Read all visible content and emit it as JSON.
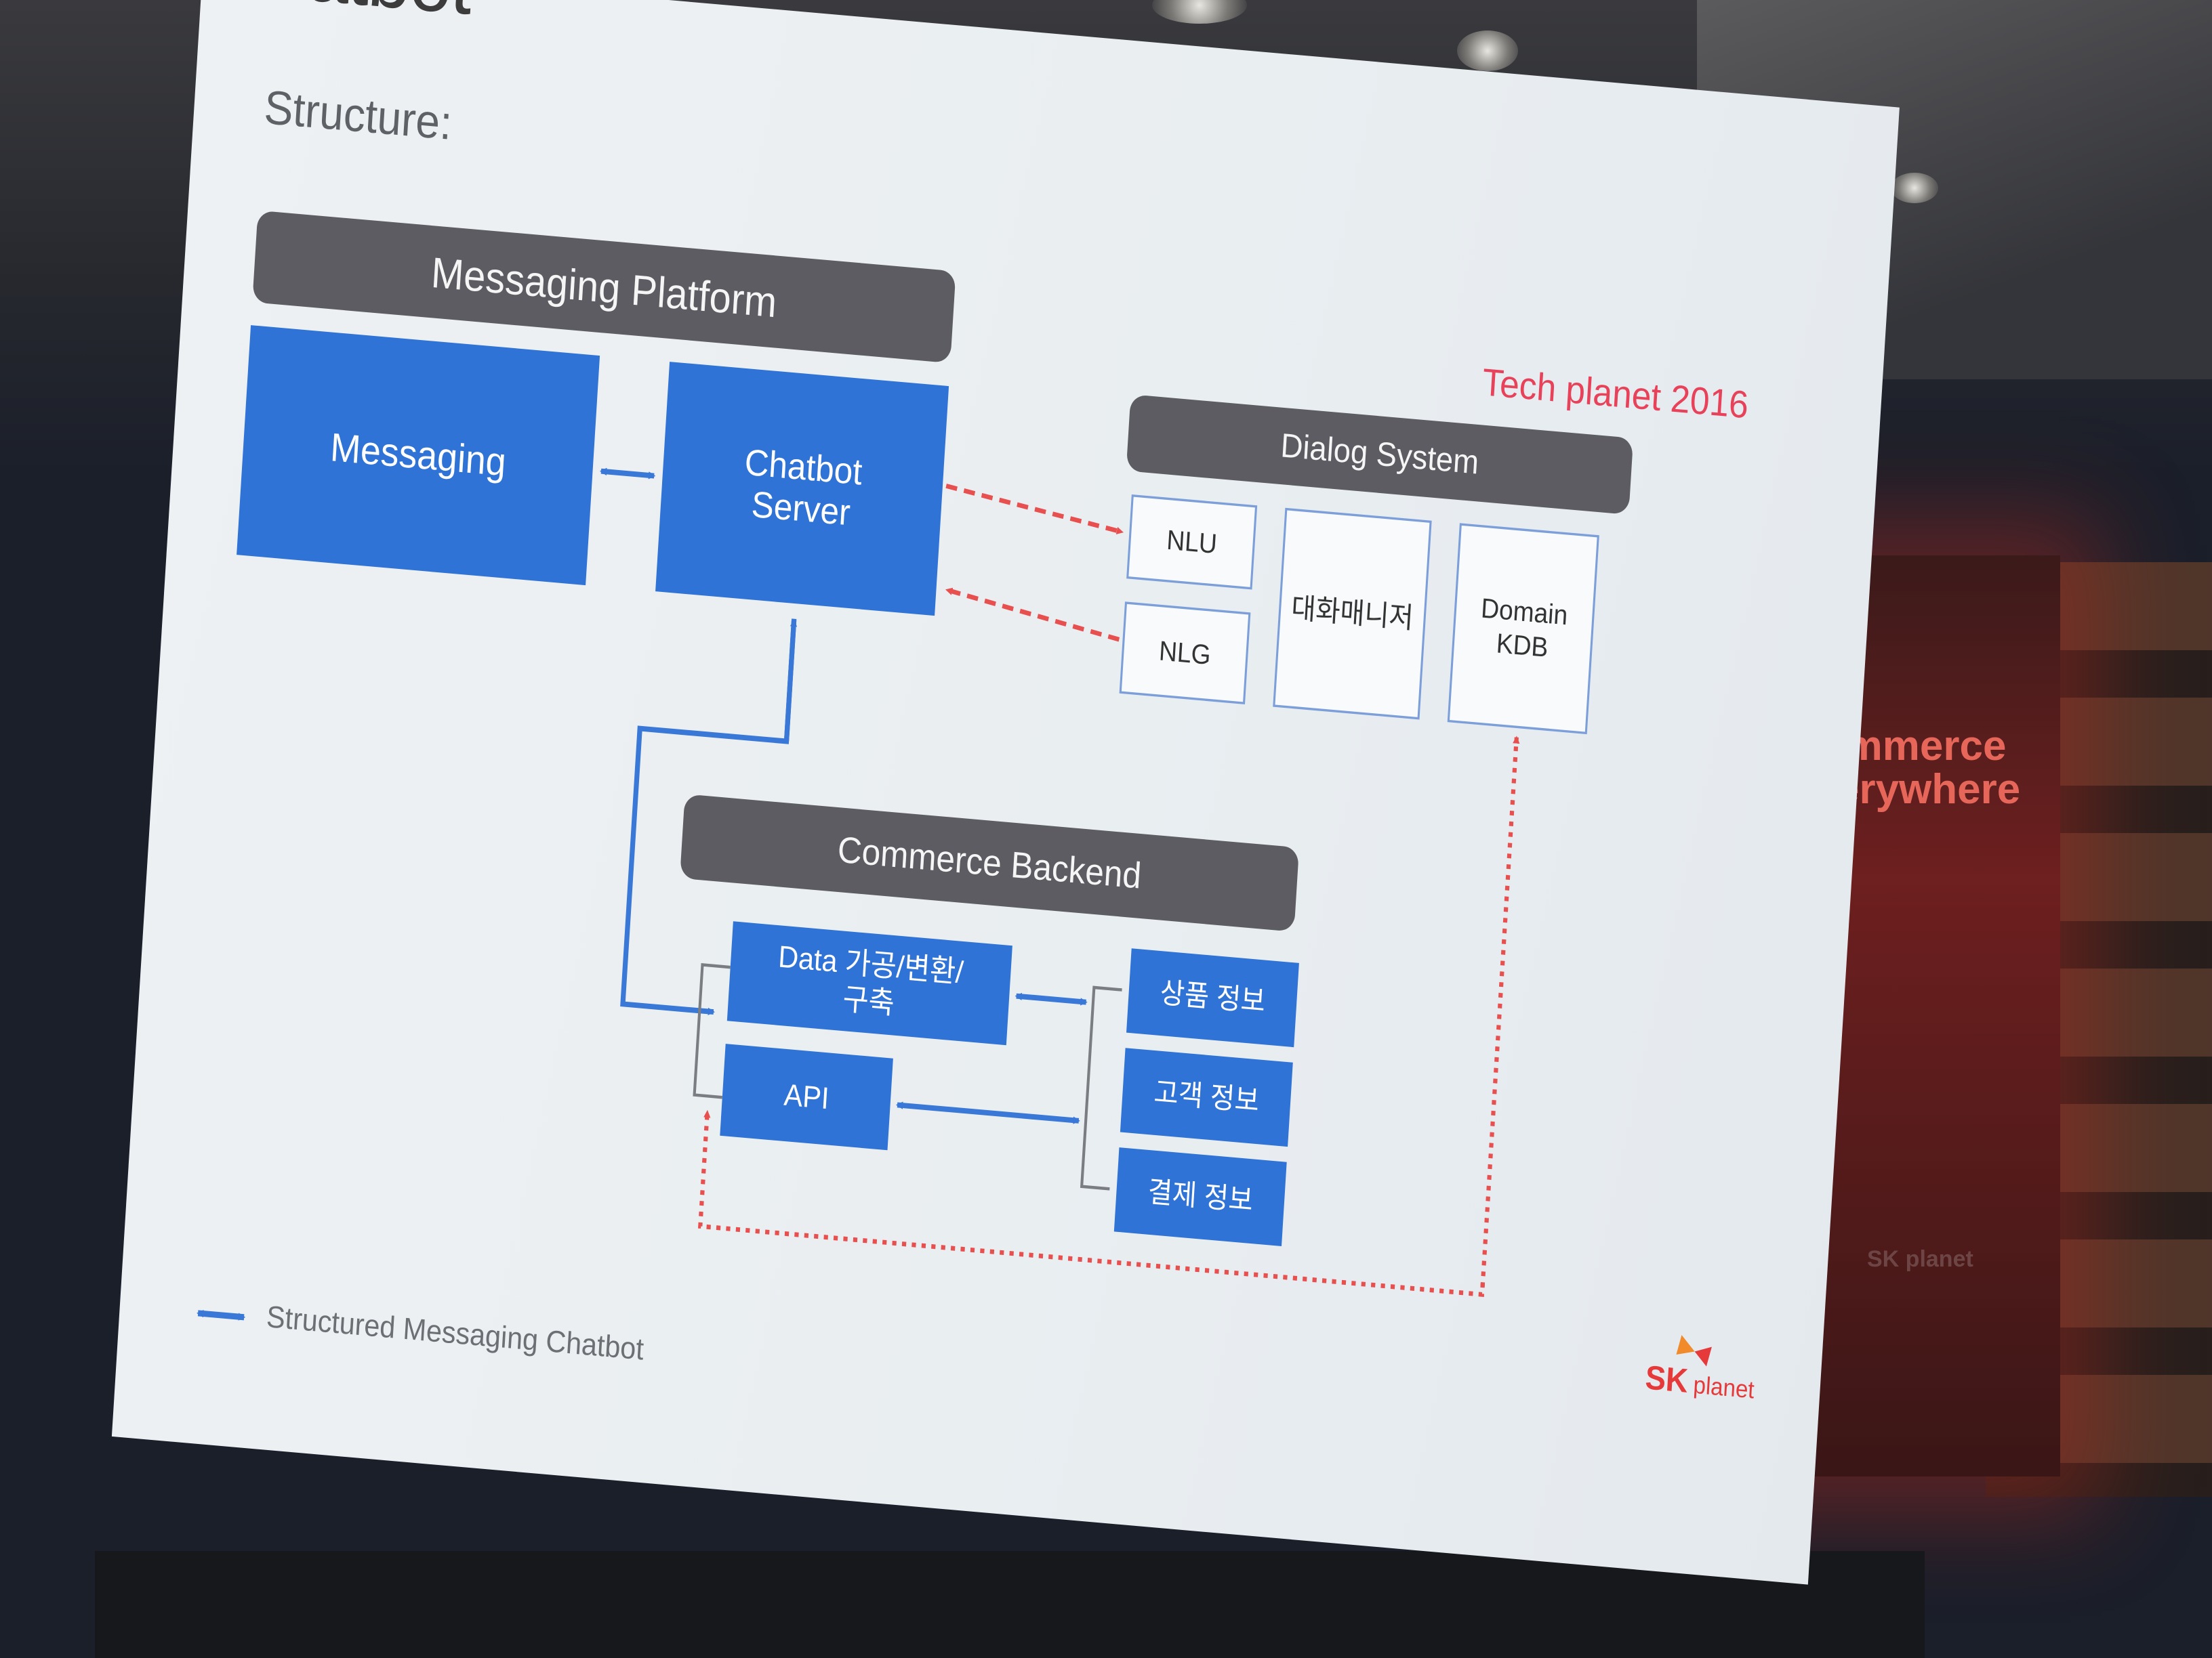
{
  "slide": {
    "partial_title": "hatbot",
    "subtitle": "Structure:",
    "event": "Tech planet 2016",
    "messaging_platform": "Messaging Platform",
    "messaging": "Messaging",
    "chatbot_server": "Chatbot\nServer",
    "dialog_system": "Dialog System",
    "nlu": "NLU",
    "nlg": "NLG",
    "dialog_manager": "대화매니저",
    "domain_kdb": "Domain\nKDB",
    "commerce_backend": "Commerce Backend",
    "data_processing": "Data 가공/변환/\n구축",
    "api": "API",
    "product_info": "상품 정보",
    "customer_info": "고객 정보",
    "payment_info": "결제 정보",
    "legend": "Structured Messaging Chatbot",
    "logo_sk": "SK",
    "logo_planet": "planet"
  },
  "room": {
    "banner_text": "Commerce\neverywhere",
    "banner_logo": "SK planet"
  },
  "colors": {
    "box_blue": "#2f73d6",
    "header_gray": "#5c5c62",
    "arrow_blue": "#3a78d8",
    "arrow_red": "#e8504f",
    "accent_red": "#e8425a"
  }
}
